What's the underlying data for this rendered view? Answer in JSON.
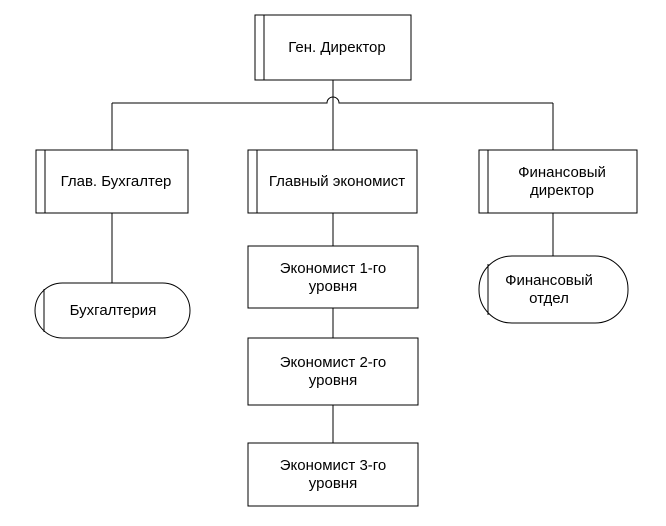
{
  "nodes": {
    "gen_director": {
      "label_lines": [
        "Ген. Директор"
      ]
    },
    "chief_accountant": {
      "label_lines": [
        "Глав. Бухгалтер"
      ]
    },
    "chief_economist": {
      "label_lines": [
        "Главный экономист"
      ]
    },
    "finance_director": {
      "label_lines": [
        "Финансовый",
        "директор"
      ]
    },
    "accounting": {
      "label_lines": [
        "Бухгалтерия"
      ]
    },
    "economist_1": {
      "label_lines": [
        "Экономист 1-го",
        "уровня"
      ]
    },
    "economist_2": {
      "label_lines": [
        "Экономист 2-го",
        "уровня"
      ]
    },
    "economist_3": {
      "label_lines": [
        "Экономист 3-го",
        "уровня"
      ]
    },
    "finance_dept": {
      "label_lines": [
        "Финансовый",
        "отдел"
      ]
    }
  },
  "colors": {
    "stroke": "#000000",
    "fill": "#ffffff",
    "text": "#000000"
  }
}
